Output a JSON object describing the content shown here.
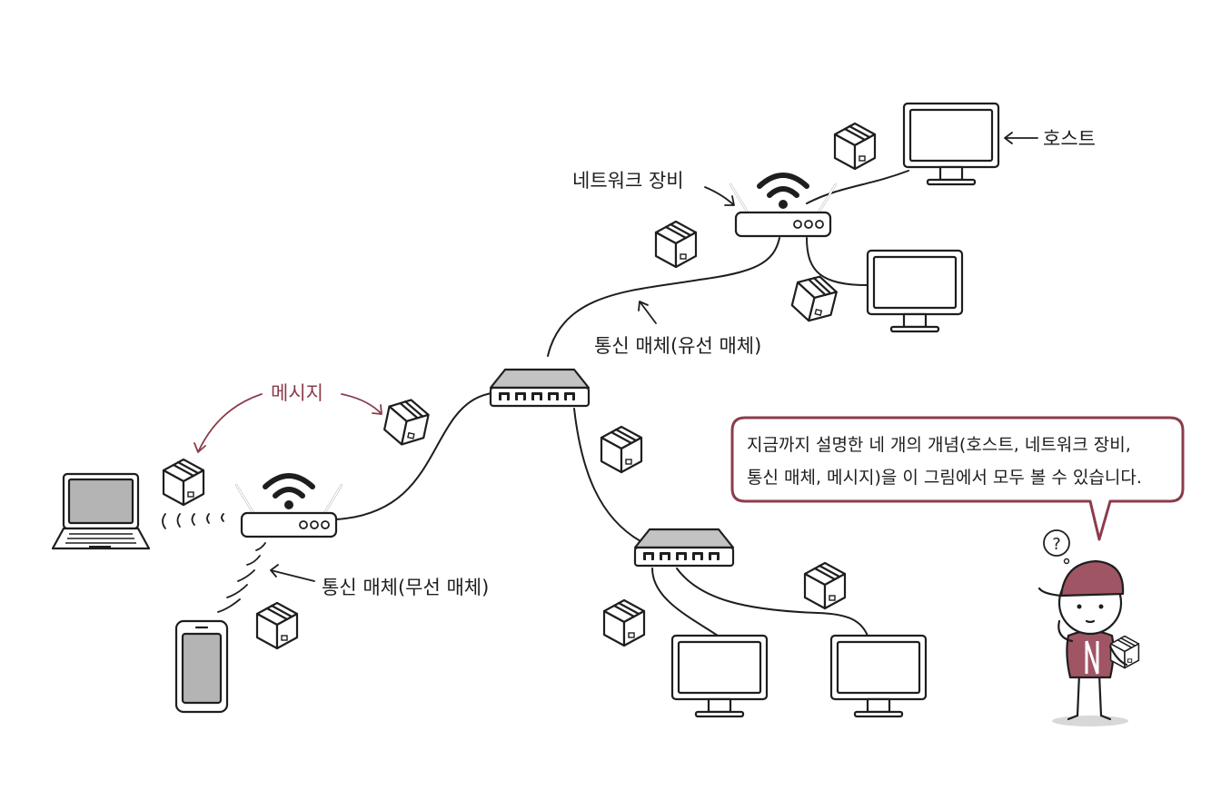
{
  "labels": {
    "host": "호스트",
    "network_device": "네트워크 장비",
    "wired_medium": "통신 매체(유선 매체)",
    "message": "메시지",
    "wireless_medium": "통신 매체(무선 매체)"
  },
  "speech_bubble": {
    "line1": "지금까지 설명한 네 개의 개념(호스트, 네트워크 장비,",
    "line2": "통신 매체, 메시지)을 이 그림에서 모두 볼 수 있습니다."
  },
  "character": {
    "question_mark": "?"
  },
  "colors": {
    "ink": "#1e1e1e",
    "accent": "#8c3c4b",
    "device_fill": "#ffffff",
    "screen_fill": "#b4b4b4",
    "cap_fill": "#a05564"
  },
  "icons": [
    "router-icon",
    "switch-icon",
    "monitor-icon",
    "laptop-icon",
    "smartphone-icon",
    "packet-box-icon",
    "wifi-icon",
    "character-illustration"
  ]
}
